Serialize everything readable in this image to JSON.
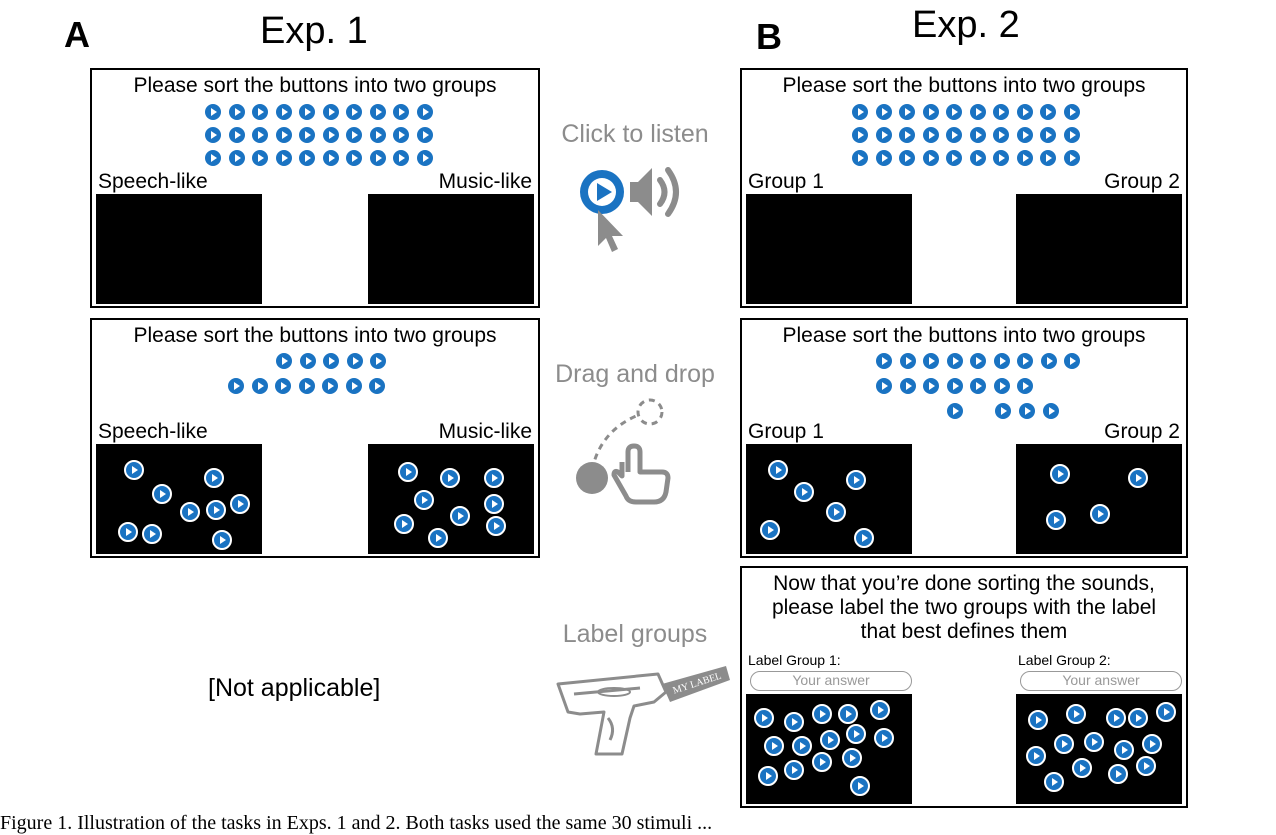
{
  "panels": {
    "a": {
      "letter": "A",
      "title": "Exp. 1"
    },
    "b": {
      "letter": "B",
      "title": "Exp. 2"
    }
  },
  "prompt": "Please sort the buttons into two groups",
  "exp1": {
    "left_group": "Speech-like",
    "right_group": "Music-like",
    "not_applicable": "[Not applicable]"
  },
  "exp2": {
    "left_group": "Group 1",
    "right_group": "Group 2"
  },
  "steps": {
    "listen": "Click to listen",
    "drag": "Drag and drop",
    "label": "Label groups"
  },
  "label_screen": {
    "prompt_line1": "Now that you’re done sorting the sounds,",
    "prompt_line2": "please label the two groups with the label",
    "prompt_line3": "that best defines them",
    "field1_label": "Label Group 1:",
    "field2_label": "Label Group 2:",
    "placeholder": "Your answer"
  },
  "label_gun_text": "MY LABEL",
  "caption": "Figure 1. Illustration of the tasks in Exps. 1 and 2. Both tasks used the same 30 stimuli ...",
  "colors": {
    "button_blue": "#1a73c2",
    "icon_gray": "#8c8c8c",
    "box_black": "#000000"
  },
  "icons": [
    "play-button-icon",
    "speaker-icon",
    "cursor-icon",
    "drag-drop-icon",
    "hand-pointer-icon",
    "label-gun-icon"
  ]
}
